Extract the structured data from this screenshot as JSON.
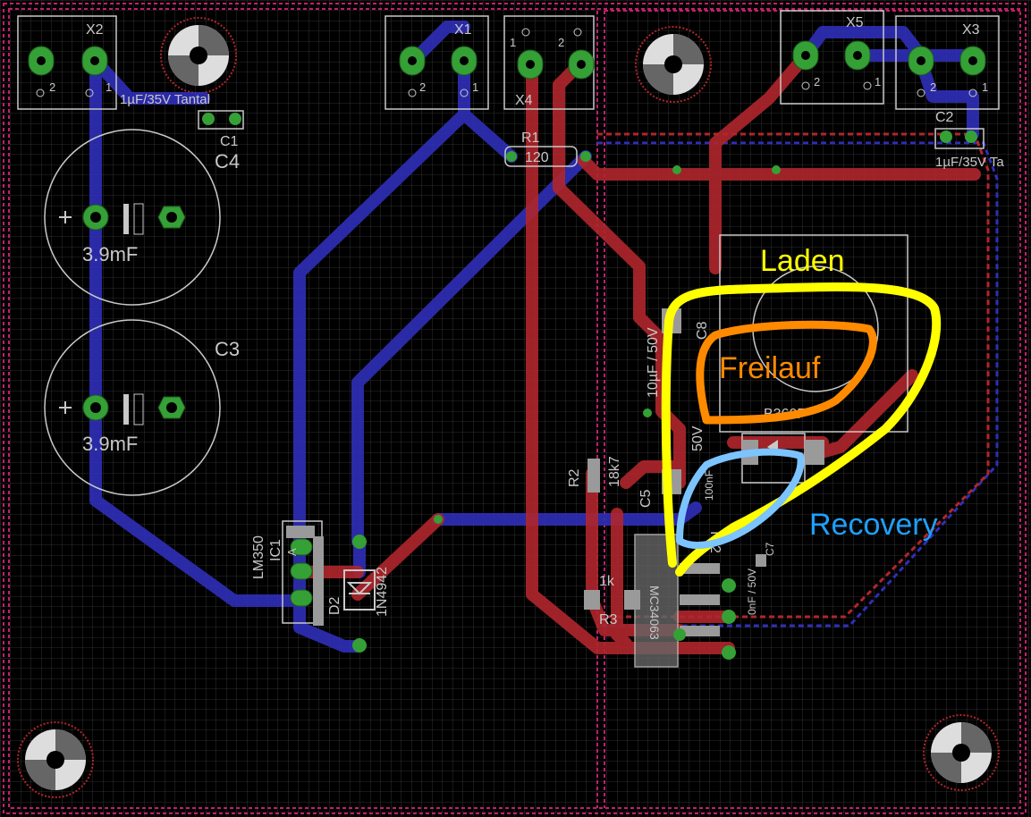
{
  "board": {
    "colors": {
      "background": "#000000",
      "grid": "#3a3a3a",
      "top_copper": "#b0262c",
      "bottom_copper": "#2f2fb8",
      "pad": "#35a035",
      "silkscreen": "#c8c8c8",
      "outline": "#c0206a",
      "annotation_yellow": "#ffff00",
      "annotation_orange": "#ff8a00",
      "annotation_blue": "#7cc4ff",
      "annotation_blue_text": "#1ea0ff"
    }
  },
  "connectors": [
    {
      "name": "X2",
      "pin1": "1",
      "pin2": "2"
    },
    {
      "name": "X1",
      "pin1": "1",
      "pin2": "2"
    },
    {
      "name": "X4",
      "pin1": "1",
      "pin2": "2"
    },
    {
      "name": "X5",
      "pin1": "1",
      "pin2": "2"
    },
    {
      "name": "X3",
      "pin1": "1",
      "pin2": "2"
    }
  ],
  "components": {
    "c1": {
      "name": "C1",
      "value": "1µF/35V Tantal"
    },
    "c2": {
      "name": "C2",
      "value": "1µF/35V Ta"
    },
    "c3": {
      "name": "C3",
      "value": "3.9mF"
    },
    "c4": {
      "name": "C4",
      "value": "3.9mF"
    },
    "r1": {
      "name": "R1",
      "value": "120"
    },
    "r2": {
      "name": "R2",
      "value": "18k7"
    },
    "r3": {
      "name": "R3",
      "value": "1k"
    },
    "c5": {
      "name": "C5",
      "value": "100nF"
    },
    "c7": {
      "name": "C7",
      "value": "0nF / 50V"
    },
    "c8": {
      "name": "C8",
      "value": "10µF / 50V"
    },
    "c8b": {
      "value": "50V"
    },
    "ic1": {
      "name": "IC1",
      "value": "LM350",
      "pin_label": "A"
    },
    "ic2": {
      "name": "IC2"
    },
    "d2": {
      "name": "D2",
      "value": "1N4942"
    },
    "d3": {
      "value": "B360F"
    },
    "ic3": {
      "value": "MC34063"
    }
  },
  "annotations": {
    "laden": "Laden",
    "freilauf": "Freilauf",
    "recovery": "Recovery"
  }
}
